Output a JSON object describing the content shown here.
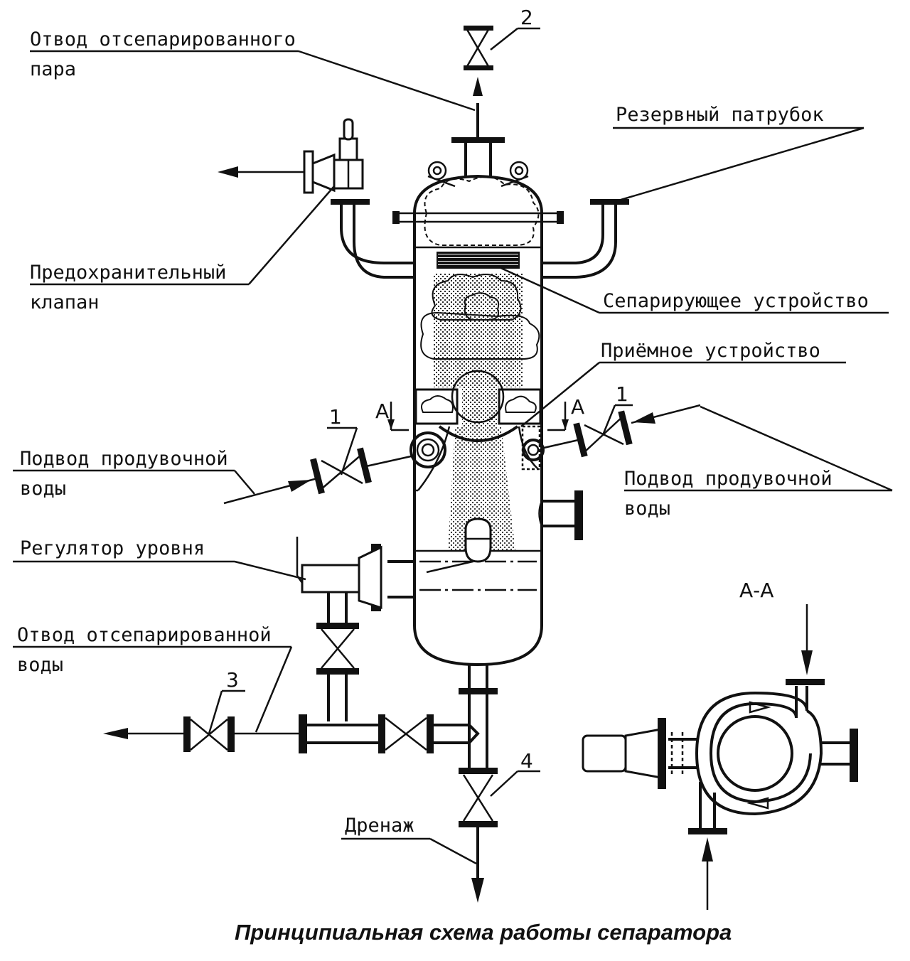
{
  "labels": {
    "steam_outlet_1": "Отвод отсепарированного",
    "steam_outlet_2": "пара",
    "reserve_nozzle": "Резервный патрубок",
    "safety_valve_1": "Предохранительный",
    "safety_valve_2": "клапан",
    "separating_device": "Сепарирующее устройство",
    "receiving_device": "Приёмное устройство",
    "blowdown_left_1": "Подвод продувочной",
    "blowdown_left_2": "воды",
    "blowdown_right_1": "Подвод продувочной",
    "blowdown_right_2": "воды",
    "level_regulator": "Регулятор уровня",
    "water_outlet_1": "Отвод отсепарированной",
    "water_outlet_2": "воды",
    "drain": "Дренаж",
    "section_a_left": "А",
    "section_a_right": "А",
    "section_aa": "А-А"
  },
  "valve_numbers": {
    "n1_left": "1",
    "n1_right": "1",
    "n2": "2",
    "n3": "3",
    "n4": "4"
  },
  "caption": "Принципиальная схема работы сепаратора"
}
